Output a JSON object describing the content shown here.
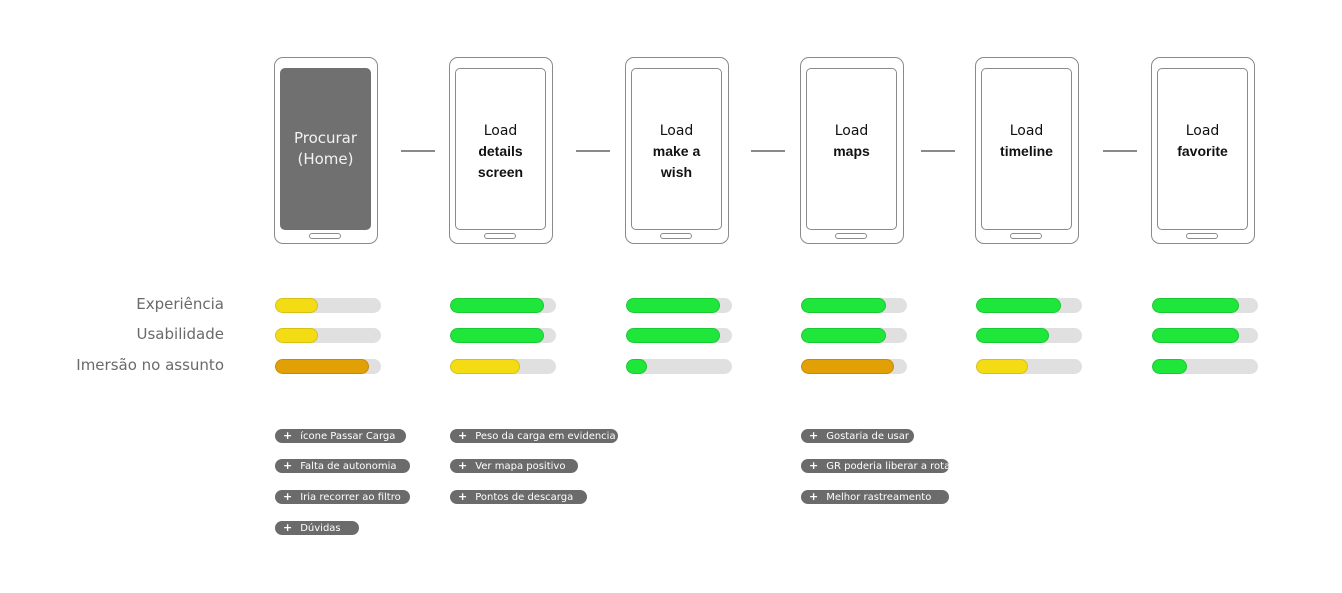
{
  "colors": {
    "outline": "#8a8a8a",
    "active_screen": "#707070",
    "track": "#e0e0e0",
    "green": "#1ee63a",
    "yellow": "#f4dc14",
    "orange": "#e0a006",
    "tag_bg": "#6b6b6b"
  },
  "screens": [
    {
      "active": true,
      "title": "Procurar\n(Home)"
    },
    {
      "active": false,
      "lead": "Load",
      "title": "details\nscreen"
    },
    {
      "active": false,
      "lead": "Load",
      "title": "make a\nwish"
    },
    {
      "active": false,
      "lead": "Load",
      "title": "maps"
    },
    {
      "active": false,
      "lead": "Load",
      "title": "timeline"
    },
    {
      "active": false,
      "lead": "Load",
      "title": "favorite"
    }
  ],
  "metrics": [
    {
      "label": "Experiência",
      "values": [
        {
          "fill": 0.41,
          "color": "yellow"
        },
        {
          "fill": 0.89,
          "color": "green"
        },
        {
          "fill": 0.89,
          "color": "green"
        },
        {
          "fill": 0.8,
          "color": "green"
        },
        {
          "fill": 0.8,
          "color": "green"
        },
        {
          "fill": 0.82,
          "color": "green"
        }
      ]
    },
    {
      "label": "Usabilidade",
      "values": [
        {
          "fill": 0.41,
          "color": "yellow"
        },
        {
          "fill": 0.89,
          "color": "green"
        },
        {
          "fill": 0.89,
          "color": "green"
        },
        {
          "fill": 0.8,
          "color": "green"
        },
        {
          "fill": 0.69,
          "color": "green"
        },
        {
          "fill": 0.82,
          "color": "green"
        }
      ]
    },
    {
      "label": "Imersão no assunto",
      "values": [
        {
          "fill": 0.89,
          "color": "orange"
        },
        {
          "fill": 0.66,
          "color": "yellow"
        },
        {
          "fill": 0.2,
          "color": "green"
        },
        {
          "fill": 0.88,
          "color": "orange"
        },
        {
          "fill": 0.49,
          "color": "yellow"
        },
        {
          "fill": 0.33,
          "color": "green"
        }
      ]
    }
  ],
  "notes": [
    {
      "screen": 0,
      "items": [
        "ícone Passar Carga",
        "Falta de autonomia",
        "Iria recorrer ao filtro",
        "Dúvidas"
      ]
    },
    {
      "screen": 1,
      "items": [
        "Peso da carga em evidencia",
        "Ver mapa positivo",
        "Pontos de descarga"
      ]
    },
    {
      "screen": 3,
      "items": [
        "Gostaria de usar",
        "GR poderia liberar a rota",
        "Melhor rastreamento"
      ]
    }
  ],
  "tag_plus": "+"
}
